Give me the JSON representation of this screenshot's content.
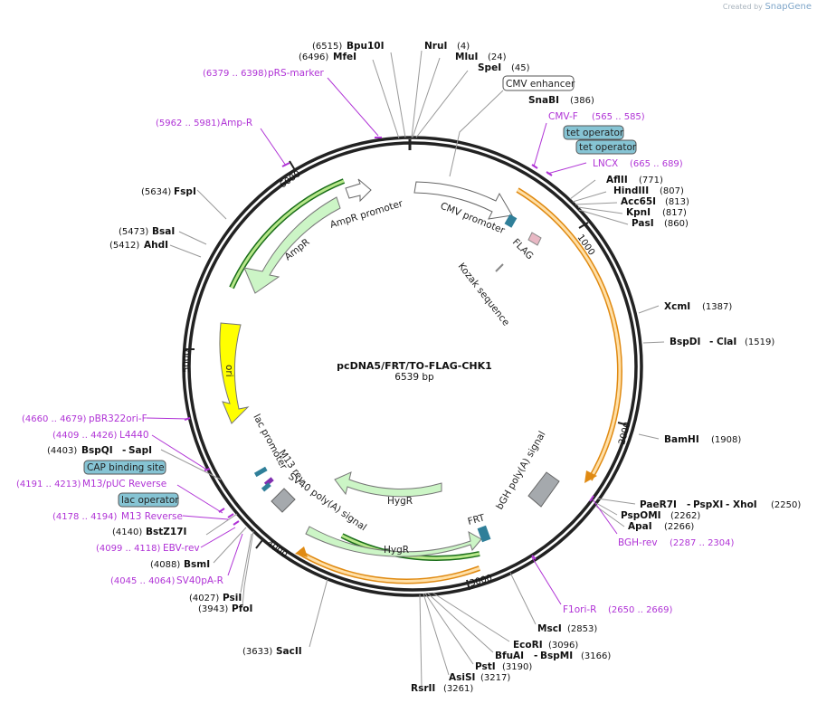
{
  "app": {
    "created_by": "Created by",
    "brand": "SnapGene"
  },
  "plasmid": {
    "name": "pcDNA5/FRT/TO-FLAG-CHK1",
    "size": "6539 bp"
  },
  "colors": {
    "primer": "#b033d6",
    "hygr": "#ccf5c6",
    "ori": "#ffff00",
    "orf": "#ffe0a8",
    "orf_border": "#e08a12",
    "promoter": "#ffffff",
    "polya": "#a5a9ad",
    "flag": "#e8b8c4",
    "frt": "#2f7f99",
    "protein_bind": "#86c4d4"
  },
  "ticks": [
    "1000",
    "2000",
    "3000",
    "4000",
    "5000",
    "6000"
  ],
  "features": {
    "cmv_enhancer": "CMV enhancer",
    "cmv_promoter": "CMV promoter",
    "flag": "FLAG",
    "kozak": "Kozak sequence",
    "tet_operator_1": "tet operator",
    "tet_operator_2": "tet operator",
    "cap_binding_site": "CAP binding site",
    "lac_operator": "lac operator",
    "ampr_promoter": "AmpR promoter",
    "ampr": "AmpR",
    "ori": "ori",
    "lac_promoter": "lac promoter",
    "m13_rev": "M13 rev",
    "sv40_polya": "SV40 poly(A) signal",
    "hygr_1": "HygR",
    "hygr_2": "HygR",
    "frt": "FRT",
    "bgh_polya": "bGH poly(A) signal"
  },
  "enzymes": [
    {
      "name": "Bpu10I",
      "pos": "(6515)"
    },
    {
      "name": "MfeI",
      "pos": "(6496)"
    },
    {
      "name": "NruI",
      "pos": "(4)"
    },
    {
      "name": "MluI",
      "pos": "(24)"
    },
    {
      "name": "SpeI",
      "pos": "(45)"
    },
    {
      "name": "SnaBI",
      "pos": "(386)"
    },
    {
      "name": "AflII",
      "pos": "(771)"
    },
    {
      "name": "HindIII",
      "pos": "(807)"
    },
    {
      "name": "Acc65I",
      "pos": "(813)"
    },
    {
      "name": "KpnI",
      "pos": "(817)"
    },
    {
      "name": "PasI",
      "pos": "(860)"
    },
    {
      "name": "XcmI",
      "pos": "(1387)"
    },
    {
      "name": "BspDI",
      "name2": "ClaI",
      "pos": "(1519)"
    },
    {
      "name": "BamHI",
      "pos": "(1908)"
    },
    {
      "name": "PaeR7I",
      "name2": "PspXI",
      "name3": "XhoI",
      "pos": "(2250)"
    },
    {
      "name": "PspOMI",
      "pos": "(2262)"
    },
    {
      "name": "ApaI",
      "pos": "(2266)"
    },
    {
      "name": "MscI",
      "pos": "(2853)"
    },
    {
      "name": "EcoRI",
      "pos": "(3096)"
    },
    {
      "name": "BfuAI",
      "name2": "BspMI",
      "pos": "(3166)"
    },
    {
      "name": "PstI",
      "pos": "(3190)"
    },
    {
      "name": "AsiSI",
      "pos": "(3217)"
    },
    {
      "name": "RsrII",
      "pos": "(3261)"
    },
    {
      "name": "SacII",
      "pos": "(3633)"
    },
    {
      "name": "PfoI",
      "pos": "(3943)"
    },
    {
      "name": "PsiI",
      "pos": "(4027)"
    },
    {
      "name": "BsmI",
      "pos": "(4088)"
    },
    {
      "name": "BstZ17I",
      "pos": "(4140)"
    },
    {
      "name": "BspQI",
      "name2": "SapI",
      "pos": "(4403)"
    },
    {
      "name": "AhdI",
      "pos": "(5412)"
    },
    {
      "name": "BsaI",
      "pos": "(5473)"
    },
    {
      "name": "FspI",
      "pos": "(5634)"
    }
  ],
  "primers": [
    {
      "name": "pRS-marker",
      "pos": "(6379 .. 6398)"
    },
    {
      "name": "Amp-R",
      "pos": "(5962 .. 5981)"
    },
    {
      "name": "CMV-F",
      "pos": "(565 .. 585)"
    },
    {
      "name": "LNCX",
      "pos": "(665 .. 689)"
    },
    {
      "name": "BGH-rev",
      "pos": "(2287 .. 2304)"
    },
    {
      "name": "F1ori-R",
      "pos": "(2650 .. 2669)"
    },
    {
      "name": "pBR322ori-F",
      "pos": "(4660 .. 4679)"
    },
    {
      "name": "L4440",
      "pos": "(4409 .. 4426)"
    },
    {
      "name": "M13/pUC Reverse",
      "pos": "(4191 .. 4213)"
    },
    {
      "name": "M13 Reverse",
      "pos": "(4178 .. 4194)"
    },
    {
      "name": "EBV-rev",
      "pos": "(4099 .. 4118)"
    },
    {
      "name": "SV40pA-R",
      "pos": "(4045 .. 4064)"
    }
  ]
}
